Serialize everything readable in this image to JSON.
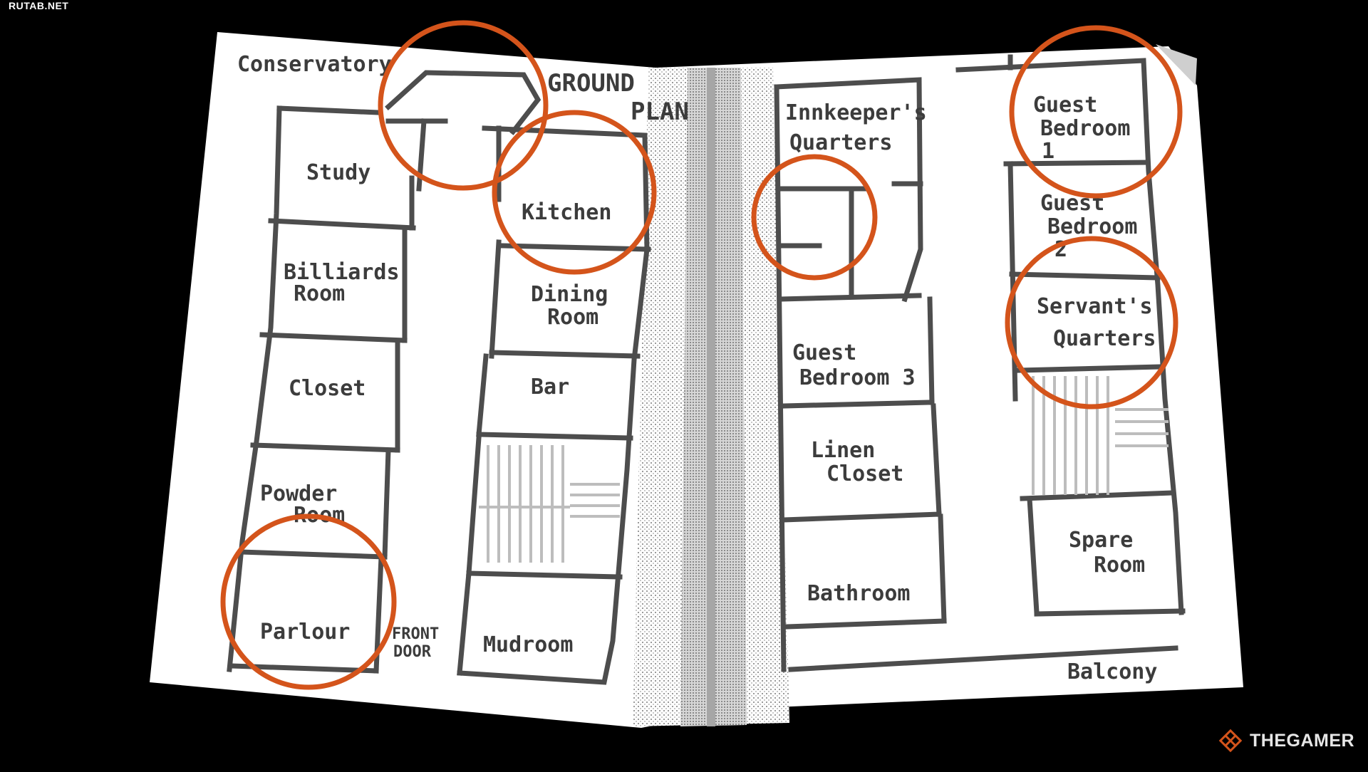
{
  "watermark": "RUTAB.NET",
  "brand": {
    "name": "THEGAMER",
    "accent": "#d4541b"
  },
  "map": {
    "title_line1": "GROUND",
    "title_line2": "PLAN",
    "colors": {
      "paper": "#ffffff",
      "wall": "#4d4d4d",
      "text": "#3c3c3c",
      "highlight": "#d4541b",
      "corridor": "#b3b3b3"
    },
    "labels": {
      "conservatory": "Conservatory",
      "study": "Study",
      "kitchen": "Kitchen",
      "billiards_1": "Billiards",
      "billiards_2": "Room",
      "dining_1": "Dining",
      "dining_2": "Room",
      "closet": "Closet",
      "bar": "Bar",
      "powder_1": "Powder",
      "powder_2": "Room",
      "parlour": "Parlour",
      "front_door_1": "FRONT",
      "front_door_2": "DOOR",
      "mudroom": "Mudroom",
      "innkeepers_1": "Innkeeper's",
      "innkeepers_2": "Quarters",
      "guest1_1": "Guest",
      "guest1_2": "Bedroom",
      "guest1_3": "1",
      "guest2_1": "Guest",
      "guest2_2": "Bedroom",
      "guest2_3": "2",
      "servants_1": "Servant's",
      "servants_2": "Quarters",
      "guest3_1": "Guest",
      "guest3_2": "Bedroom 3",
      "linen_1": "Linen",
      "linen_2": "Closet",
      "spare_1": "Spare",
      "spare_2": "Room",
      "bathroom": "Bathroom",
      "balcony": "Balcony"
    },
    "highlighted_locations": [
      "Conservatory",
      "Kitchen",
      "Parlour",
      "Innkeeper's Quarters",
      "Guest Bedroom 1",
      "Servant's Quarters"
    ]
  }
}
